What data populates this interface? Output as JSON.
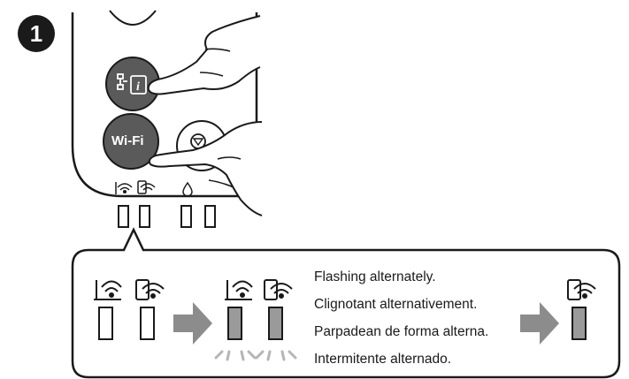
{
  "step": {
    "number": "1"
  },
  "printer": {
    "wifi_button_label": "Wi-Fi"
  },
  "captions": [
    "Flashing alternately.",
    "Clignotant alternativement.",
    "Parpadean de forma alterna.",
    "Intermitente alternado."
  ],
  "icons": {
    "network_status": "network-status-icon",
    "wifi_button": "wifi-button",
    "stop": "stop-icon",
    "wifi_direct": "wifi-direct-icon",
    "ink": "ink-drop-icon",
    "hand": "pointing-hand-icon",
    "arrow": "right-arrow-icon"
  },
  "colors": {
    "line": "#1a1a1a",
    "button": "#5a5a5a",
    "lamp_on": "#9a9a9a",
    "arrow": "#8c8c8c"
  }
}
